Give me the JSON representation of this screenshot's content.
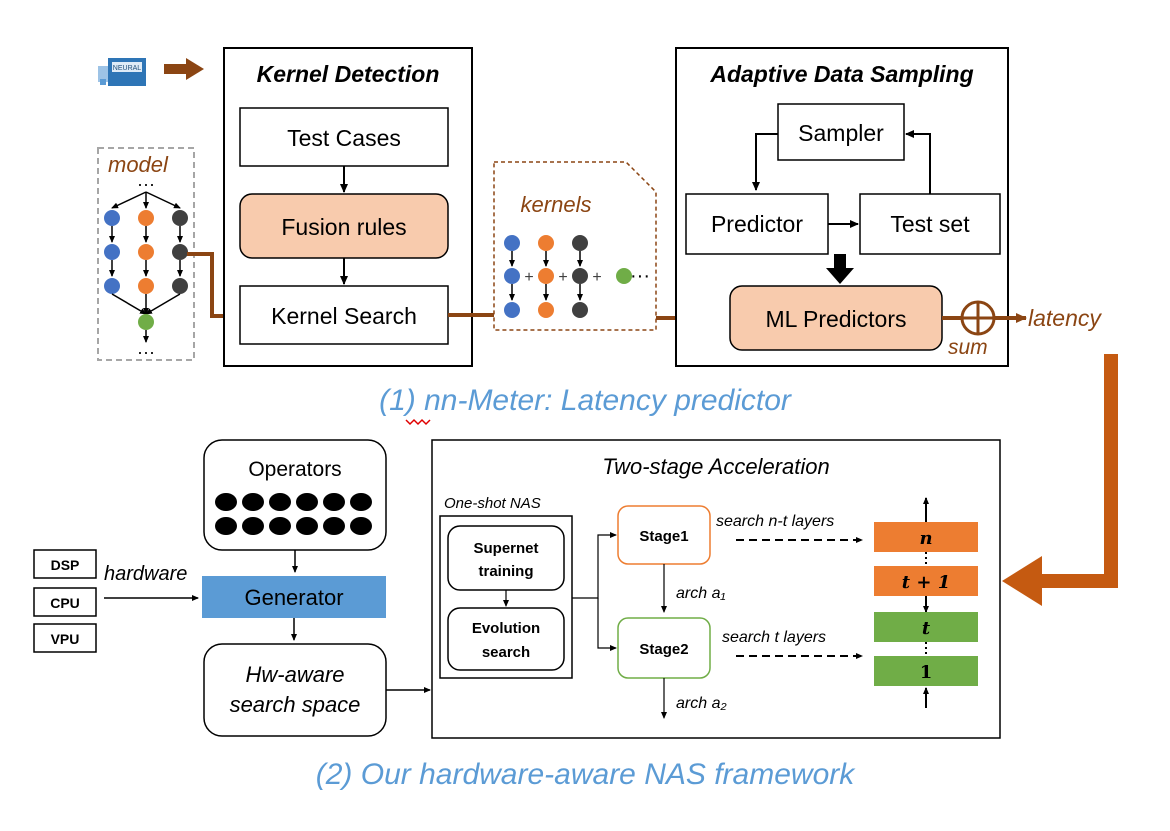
{
  "top": {
    "logo_text": "NEURAL",
    "model_label": "model",
    "kernel_detection": {
      "title": "Kernel Detection",
      "test_cases": "Test Cases",
      "fusion_rules": "Fusion rules",
      "kernel_search": "Kernel Search"
    },
    "kernels_label": "kernels",
    "adaptive": {
      "title": "Adaptive Data Sampling",
      "sampler": "Sampler",
      "predictor": "Predictor",
      "test_set": "Test set",
      "ml_predictors": "ML Predictors"
    },
    "sum_label": "sum",
    "latency_label": "latency",
    "caption": "(1) nn-Meter: Latency predictor"
  },
  "bottom": {
    "operators_label": "Operators",
    "generator_label": "Generator",
    "search_space_line1": "Hw-aware",
    "search_space_line2": "search space",
    "hardware_label": "hardware",
    "hardware_items": [
      "DSP",
      "CPU",
      "VPU"
    ],
    "two_stage_title": "Two-stage Acceleration",
    "one_shot_title": "One-shot NAS",
    "supernet_line1": "Supernet",
    "supernet_line2": "training",
    "evolution_line1": "Evolution",
    "evolution_line2": "search",
    "stage1": "Stage1",
    "stage2": "Stage2",
    "arch1": "arch a₁",
    "arch2": "arch a₂",
    "search_nt": "search n-t layers",
    "search_t": "search  t layers",
    "layer_n": "n",
    "layer_t1": "t + 1",
    "layer_t": "t",
    "layer_1": "1",
    "caption": "(2) Our hardware-aware NAS framework"
  },
  "colors": {
    "brown": "#8B4513",
    "orange_box": "#F8CBAD",
    "generator_blue": "#5B9BD5",
    "caption_blue": "#5B9BD5",
    "layer_orange": "#ED7D31",
    "layer_green": "#70AD47",
    "big_arrow": "#C55A11",
    "node_blue": "#4472C4",
    "node_orange": "#ED7D31",
    "node_dark": "#404040",
    "node_green": "#70AD47"
  }
}
